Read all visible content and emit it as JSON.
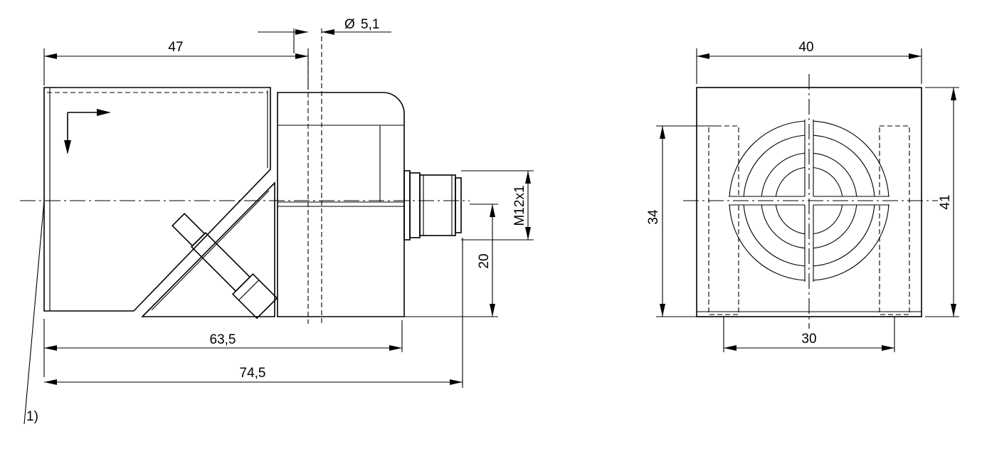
{
  "drawing": {
    "dimensions": {
      "d47": "47",
      "d5_1": "5,1",
      "d63_5": "63,5",
      "d74_5": "74,5",
      "dM12": "M12x1",
      "d20": "20",
      "d40": "40",
      "d34": "34",
      "d41": "41",
      "d30": "30"
    },
    "note": "1)",
    "diameter_symbol": "Ø"
  },
  "colors": {
    "line": "#000000",
    "background": "#ffffff"
  }
}
